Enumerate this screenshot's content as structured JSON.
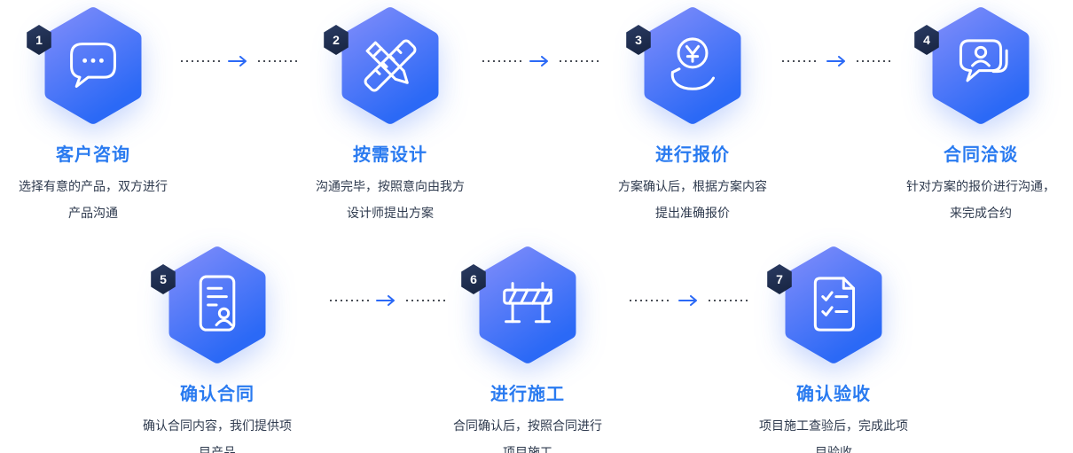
{
  "colors": {
    "accent_blue": "#2B69F6",
    "hex_gradient_top": "#7D8BFA",
    "hex_gradient_bottom": "#2B69F6",
    "title_blue": "#2A7BF0",
    "badge_navy": "#16233F",
    "body_text": "#2E3A4E",
    "dash_gray": "#4A4F57"
  },
  "connector_style": "dashed-line, blue arrow, dashed-line",
  "steps": [
    {
      "number": "1",
      "title": "客户咨询",
      "desc": "选择有意的产品，双方进行产品沟通",
      "icon": "chat-bubble-icon"
    },
    {
      "number": "2",
      "title": "按需设计",
      "desc": "沟通完毕，按照意向由我方设计师提出方案",
      "icon": "pencil-ruler-icon"
    },
    {
      "number": "3",
      "title": "进行报价",
      "desc": "方案确认后，根据方案内容提出准确报价",
      "icon": "hand-coin-yen-icon"
    },
    {
      "number": "4",
      "title": "合同洽谈",
      "desc": "针对方案的报价进行沟通，来完成合约",
      "icon": "person-speech-bubble-icon"
    },
    {
      "number": "5",
      "title": "确认合同",
      "desc": "确认合同内容，我们提供项目产品",
      "icon": "contract-document-icon"
    },
    {
      "number": "6",
      "title": "进行施工",
      "desc": "合同确认后，按照合同进行项目施工",
      "icon": "construction-barrier-icon"
    },
    {
      "number": "7",
      "title": "确认验收",
      "desc": "项目施工查验后，完成此项目验收",
      "icon": "checklist-document-icon"
    }
  ]
}
